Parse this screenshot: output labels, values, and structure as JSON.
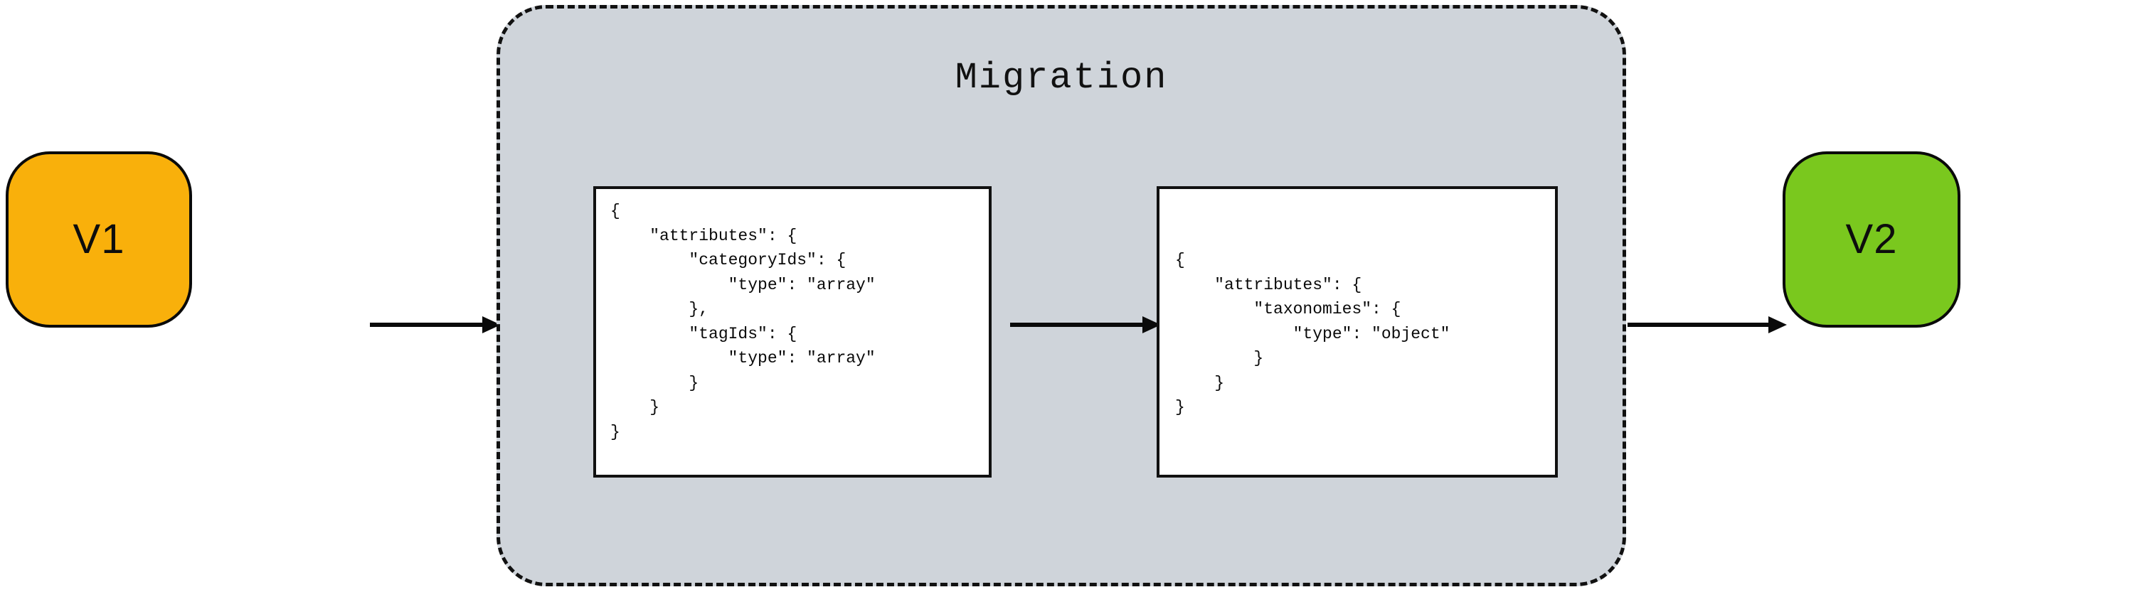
{
  "diagram": {
    "title": "Migration",
    "nodes": {
      "source": {
        "label": "V1",
        "color": "#F9B00B"
      },
      "target": {
        "label": "V2",
        "color": "#7AC81E"
      }
    },
    "group": {
      "label": "Migration",
      "fill": "#CFD4DA",
      "border_color": "#111111",
      "border_style": "dashed"
    },
    "code_boxes": [
      {
        "name": "source-schema",
        "text": "{\n    \"attributes\": {\n        \"categoryIds\": {\n            \"type\": \"array\"\n        },\n        \"tagIds\": {\n            \"type\": \"array\"\n        }\n    }\n}"
      },
      {
        "name": "target-schema",
        "text": "{\n    \"attributes\": {\n        \"taxonomies\": {\n            \"type\": \"object\"\n        }\n    }\n}"
      }
    ],
    "arrows": [
      {
        "name": "v1-to-migration",
        "from": "V1",
        "to": "Migration"
      },
      {
        "name": "source-to-target",
        "from": "source-schema",
        "to": "target-schema"
      },
      {
        "name": "migration-to-v2",
        "from": "Migration",
        "to": "V2"
      }
    ],
    "colors": {
      "arrow": "#0a0a0a",
      "stroke": "#111111",
      "code_background": "#ffffff",
      "page_background": "#ffffff"
    }
  }
}
